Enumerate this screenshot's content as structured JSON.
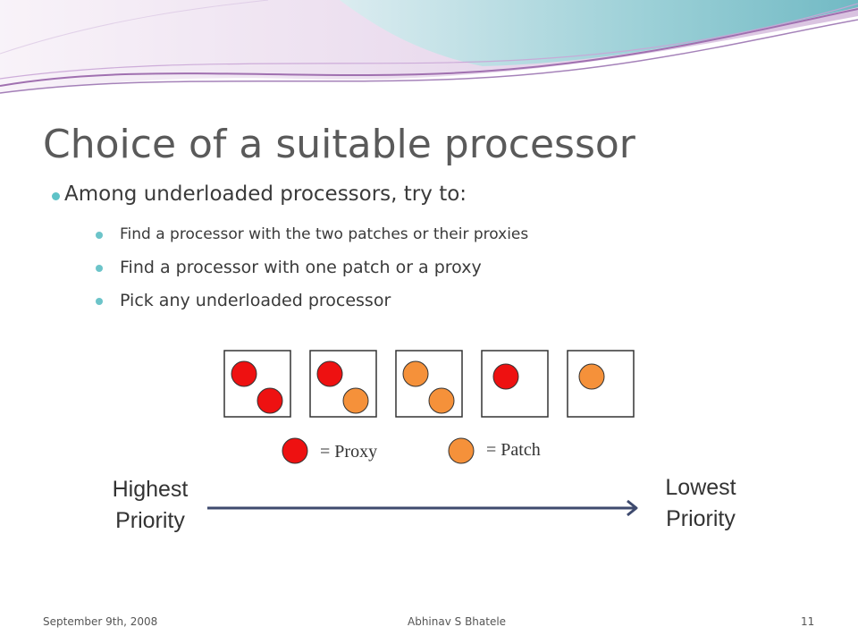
{
  "slide": {
    "title": "Choice of a suitable processor",
    "bullet": "Among underloaded processors, try to:",
    "sub_bullets": [
      "Find a processor with the two patches or their proxies",
      "Find a processor with one patch or a proxy",
      "Pick any underloaded processor"
    ]
  },
  "diagram": {
    "boxes": [
      [
        "proxy",
        "proxy"
      ],
      [
        "proxy",
        "patch"
      ],
      [
        "patch",
        "patch"
      ],
      [
        "proxy"
      ],
      [
        "patch"
      ]
    ],
    "legend": {
      "proxy_label": "= Proxy",
      "patch_label": "= Patch"
    },
    "colors": {
      "proxy": "#ee1111",
      "patch": "#f5913a"
    }
  },
  "priority": {
    "high": [
      "Highest",
      "Priority"
    ],
    "low": [
      "Lowest",
      "Priority"
    ]
  },
  "footer": {
    "date": "September 9th, 2008",
    "author": "Abhinav S Bhatele",
    "page": "11"
  }
}
